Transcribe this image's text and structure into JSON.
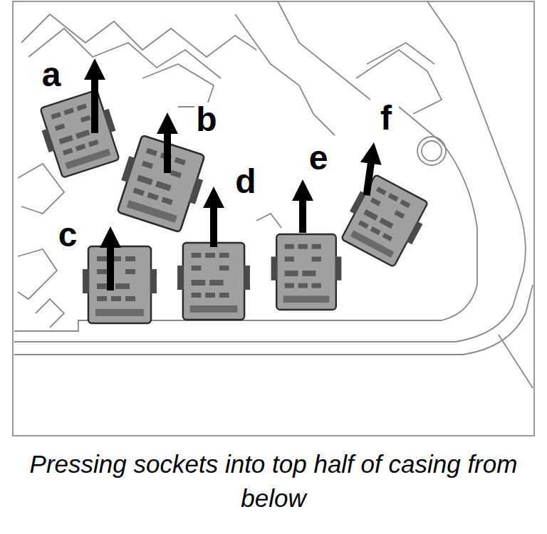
{
  "diagram": {
    "caption": "Pressing sockets into top half of casing from below",
    "labels": [
      "a",
      "b",
      "c",
      "d",
      "e",
      "f"
    ]
  }
}
